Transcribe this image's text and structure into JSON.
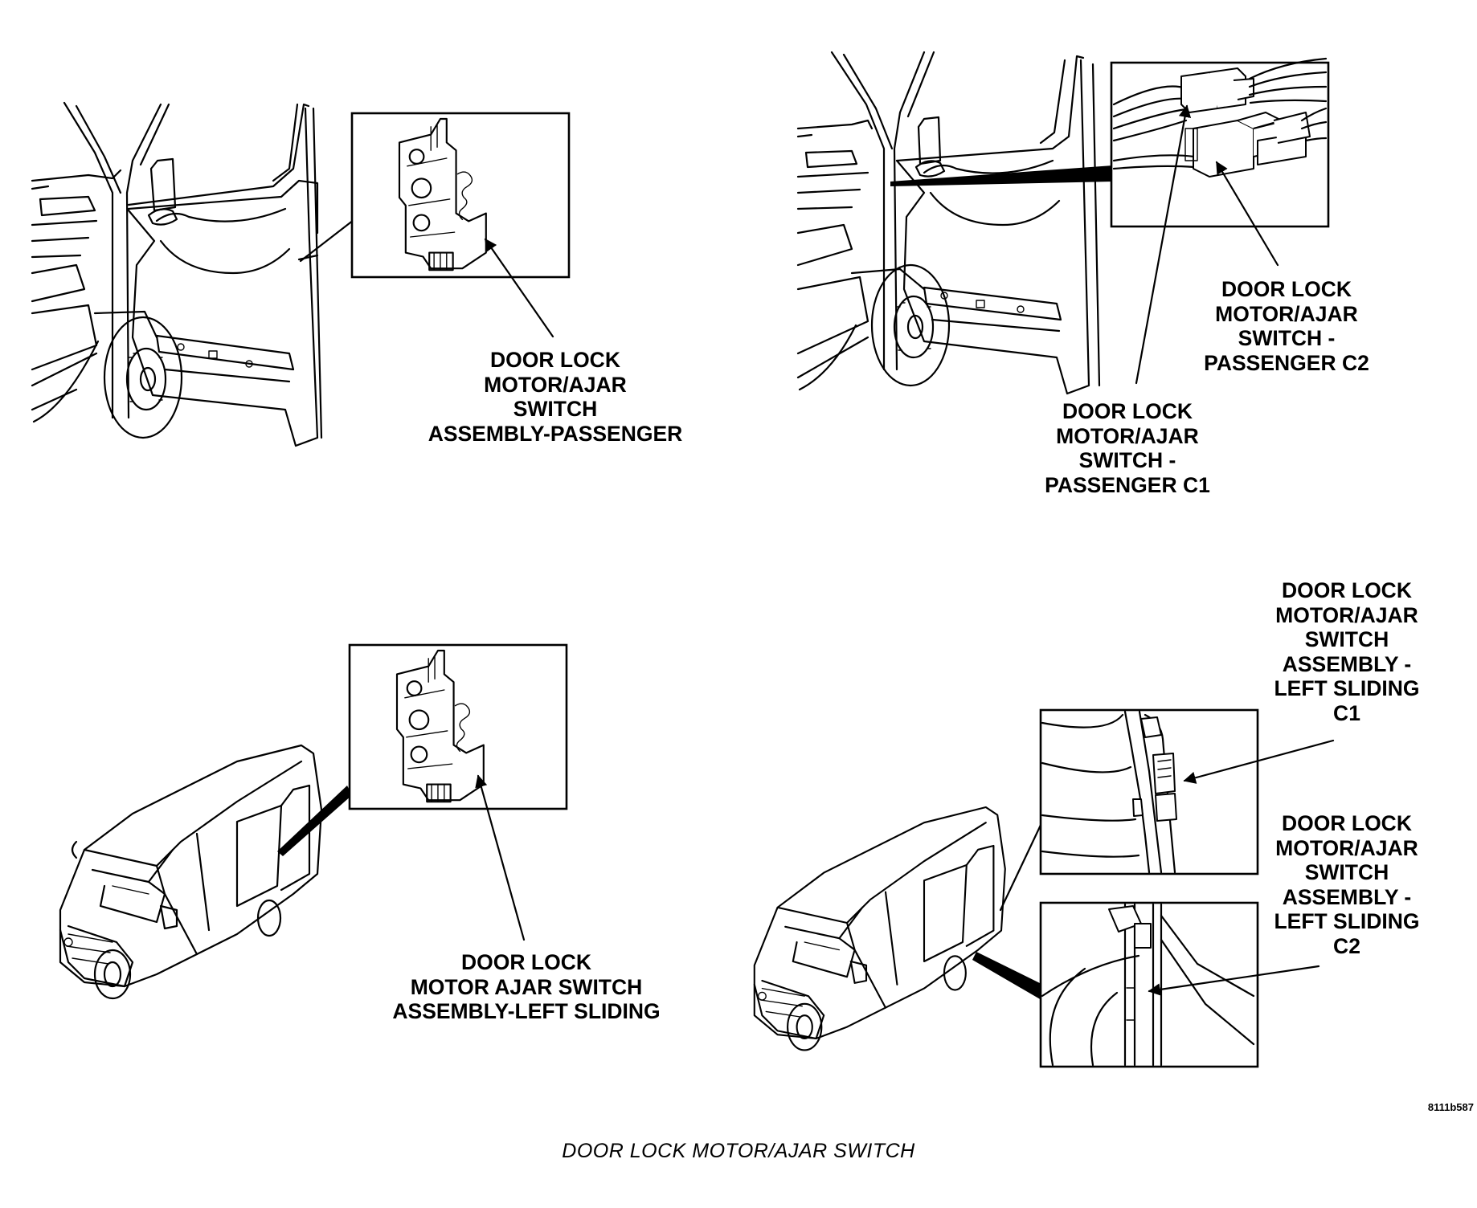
{
  "labels": {
    "passenger_assembly": [
      "DOOR LOCK",
      "MOTOR/AJAR",
      "SWITCH",
      "ASSEMBLY-PASSENGER"
    ],
    "passenger_c2": [
      "DOOR LOCK",
      "MOTOR/AJAR",
      "SWITCH -",
      "PASSENGER C2"
    ],
    "passenger_c1": [
      "DOOR LOCK",
      "MOTOR/AJAR",
      "SWITCH -",
      "PASSENGER C1"
    ],
    "left_sliding_c1": [
      "DOOR LOCK",
      "MOTOR/AJAR",
      "SWITCH",
      "ASSEMBLY -",
      "LEFT SLIDING",
      "C1"
    ],
    "left_sliding_assembly": [
      "DOOR LOCK",
      "MOTOR AJAR SWITCH",
      "ASSEMBLY-LEFT SLIDING"
    ],
    "left_sliding_c2": [
      "DOOR LOCK",
      "MOTOR/AJAR",
      "SWITCH",
      "ASSEMBLY -",
      "LEFT SLIDING",
      "C2"
    ]
  },
  "figure_id": "8111b587",
  "caption": "DOOR LOCK MOTOR/AJAR SWITCH"
}
